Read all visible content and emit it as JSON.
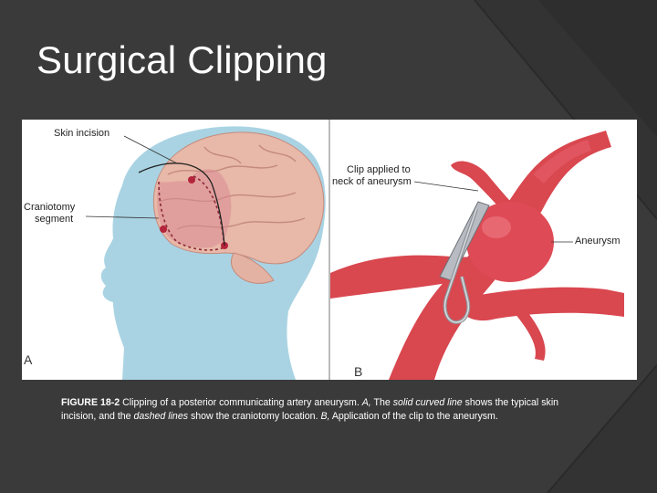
{
  "slide": {
    "title": "Surgical Clipping"
  },
  "figure": {
    "panel_a": {
      "letter": "A",
      "label_skin_incision": "Skin incision",
      "label_craniotomy_line1": "Craniotomy",
      "label_craniotomy_line2": "segment"
    },
    "panel_b": {
      "letter": "B",
      "label_clip_line1": "Clip applied to",
      "label_clip_line2": "neck of aneurysm",
      "label_aneurysm": "Aneurysm"
    },
    "caption": {
      "figure_number": "FIGURE 18-2",
      "part1": " Clipping of a posterior communicating artery aneurysm. ",
      "a_letter": "A,",
      "part2": " The ",
      "solid_line": "solid curved line",
      "part3": " shows the typical skin incision, and the ",
      "dashed": "dashed lines",
      "part4": " show the craniotomy location. ",
      "b_letter": "B,",
      "part5": " Application of the clip to the aneurysm."
    }
  },
  "colors": {
    "background": "#3a3a3a",
    "head": "#a9d3e3",
    "brain": "#e8b8a8",
    "artery": "#d9474f",
    "clip": "#b8bcc2"
  }
}
